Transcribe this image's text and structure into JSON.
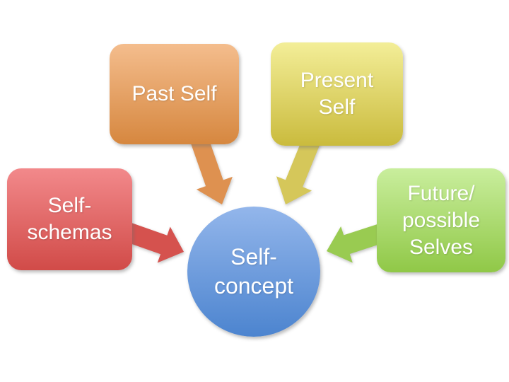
{
  "diagram": {
    "background": "#FFFFFF",
    "text_color": "#FFFFFF",
    "center": {
      "label": "Self-concept",
      "lines": [
        "Self-",
        "concept"
      ],
      "gradient": {
        "top": "#93B6EB",
        "bottom": "#4C84CF"
      }
    },
    "nodes": [
      {
        "id": "self-schemas",
        "label": "Self-schemas",
        "lines": [
          "Self-",
          "schemas"
        ],
        "gradient": {
          "top": "#F2898B",
          "bottom": "#D14B48"
        },
        "arrow_color": "#D5524E"
      },
      {
        "id": "past-self",
        "label": "Past Self",
        "lines": [
          "Past Self"
        ],
        "gradient": {
          "top": "#F4BD8D",
          "bottom": "#D6873F"
        },
        "arrow_color": "#DE9150"
      },
      {
        "id": "present-self",
        "label": "Present Self",
        "lines": [
          "Present",
          "Self"
        ],
        "gradient": {
          "top": "#F3EE98",
          "bottom": "#CABB3D"
        },
        "arrow_color": "#D5C75A"
      },
      {
        "id": "future-possible-selves",
        "label": "Future/possible Selves",
        "lines": [
          "Future/",
          "possible",
          "Selves"
        ],
        "gradient": {
          "top": "#C9EE9D",
          "bottom": "#90C847"
        },
        "arrow_color": "#99CB51"
      }
    ],
    "arrows": [
      {
        "from": "self-schemas",
        "to": "self-concept"
      },
      {
        "from": "past-self",
        "to": "self-concept"
      },
      {
        "from": "present-self",
        "to": "self-concept"
      },
      {
        "from": "future-possible-selves",
        "to": "self-concept"
      }
    ]
  }
}
